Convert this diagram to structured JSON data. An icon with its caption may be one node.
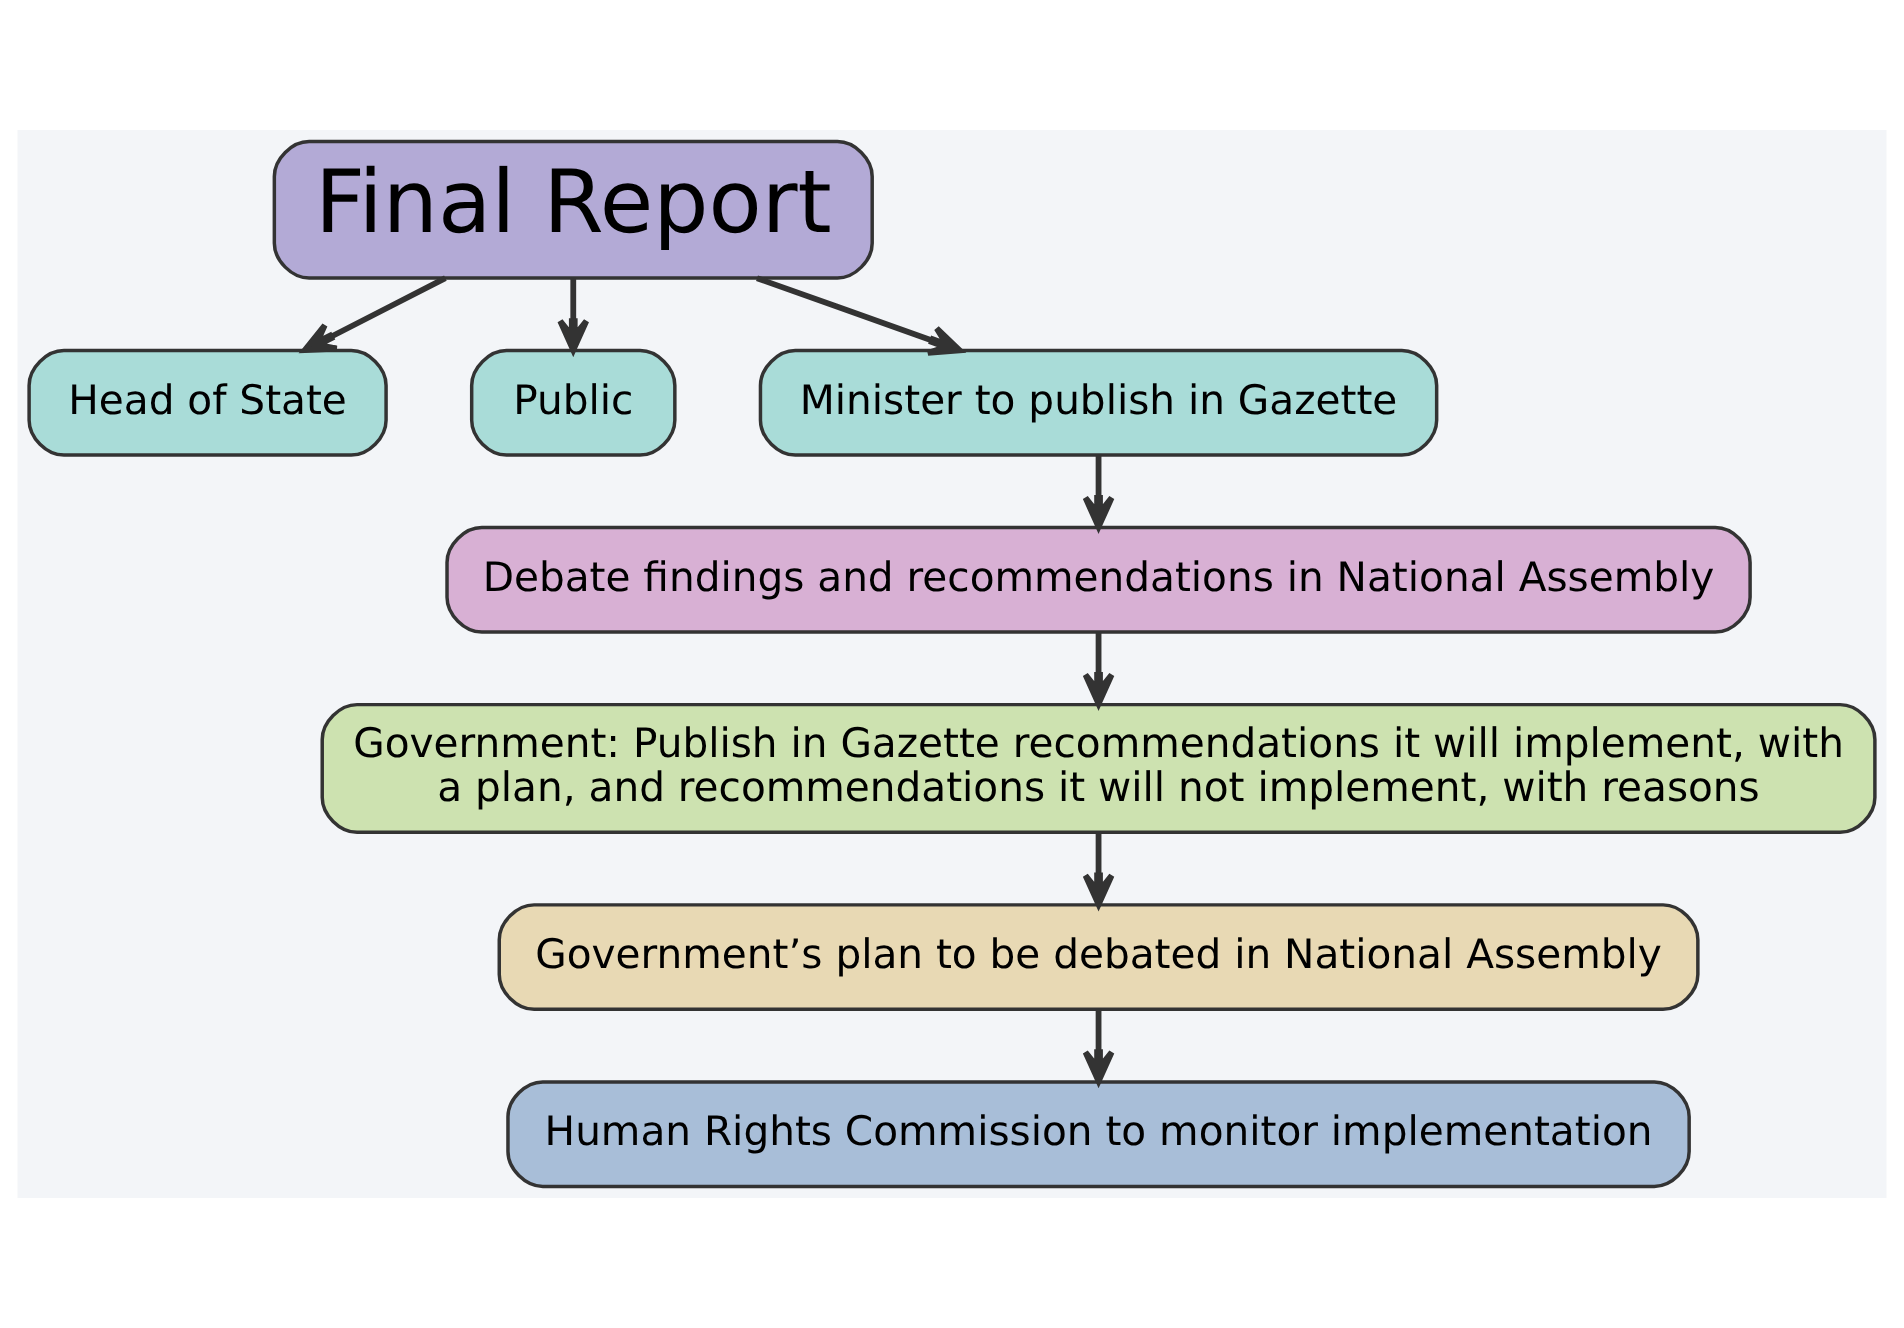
{
  "diagram": {
    "nodes": [
      {
        "text": [
          "Final Report"
        ]
      },
      {
        "text": [
          "Head of State"
        ]
      },
      {
        "text": [
          "Public"
        ]
      },
      {
        "text": [
          "Minister to publish in Gazette"
        ]
      },
      {
        "text": [
          "Debate findings and recommendations in National Assembly"
        ]
      },
      {
        "text": [
          "Government: Publish in Gazette recommendations it will implement, with a plan, and recommendations it will not implement, with reasons"
        ]
      },
      {
        "text": [
          "Government’s plan to be debated in National Assembly"
        ]
      },
      {
        "text": [
          "Human Rights Commission to monitor implementation"
        ]
      }
    ],
    "edges": [
      {
        "from": 0,
        "to": 1,
        "arrow": "to"
      },
      {
        "from": 0,
        "to": 2,
        "arrow": "to"
      },
      {
        "from": 0,
        "to": 3,
        "arrow": "to"
      },
      {
        "from": 3,
        "to": 4,
        "arrow": "to"
      },
      {
        "from": 4,
        "to": 5,
        "arrow": "to"
      },
      {
        "from": 5,
        "to": 6,
        "arrow": "to"
      },
      {
        "from": 6,
        "to": 7,
        "arrow": "to"
      }
    ]
  }
}
